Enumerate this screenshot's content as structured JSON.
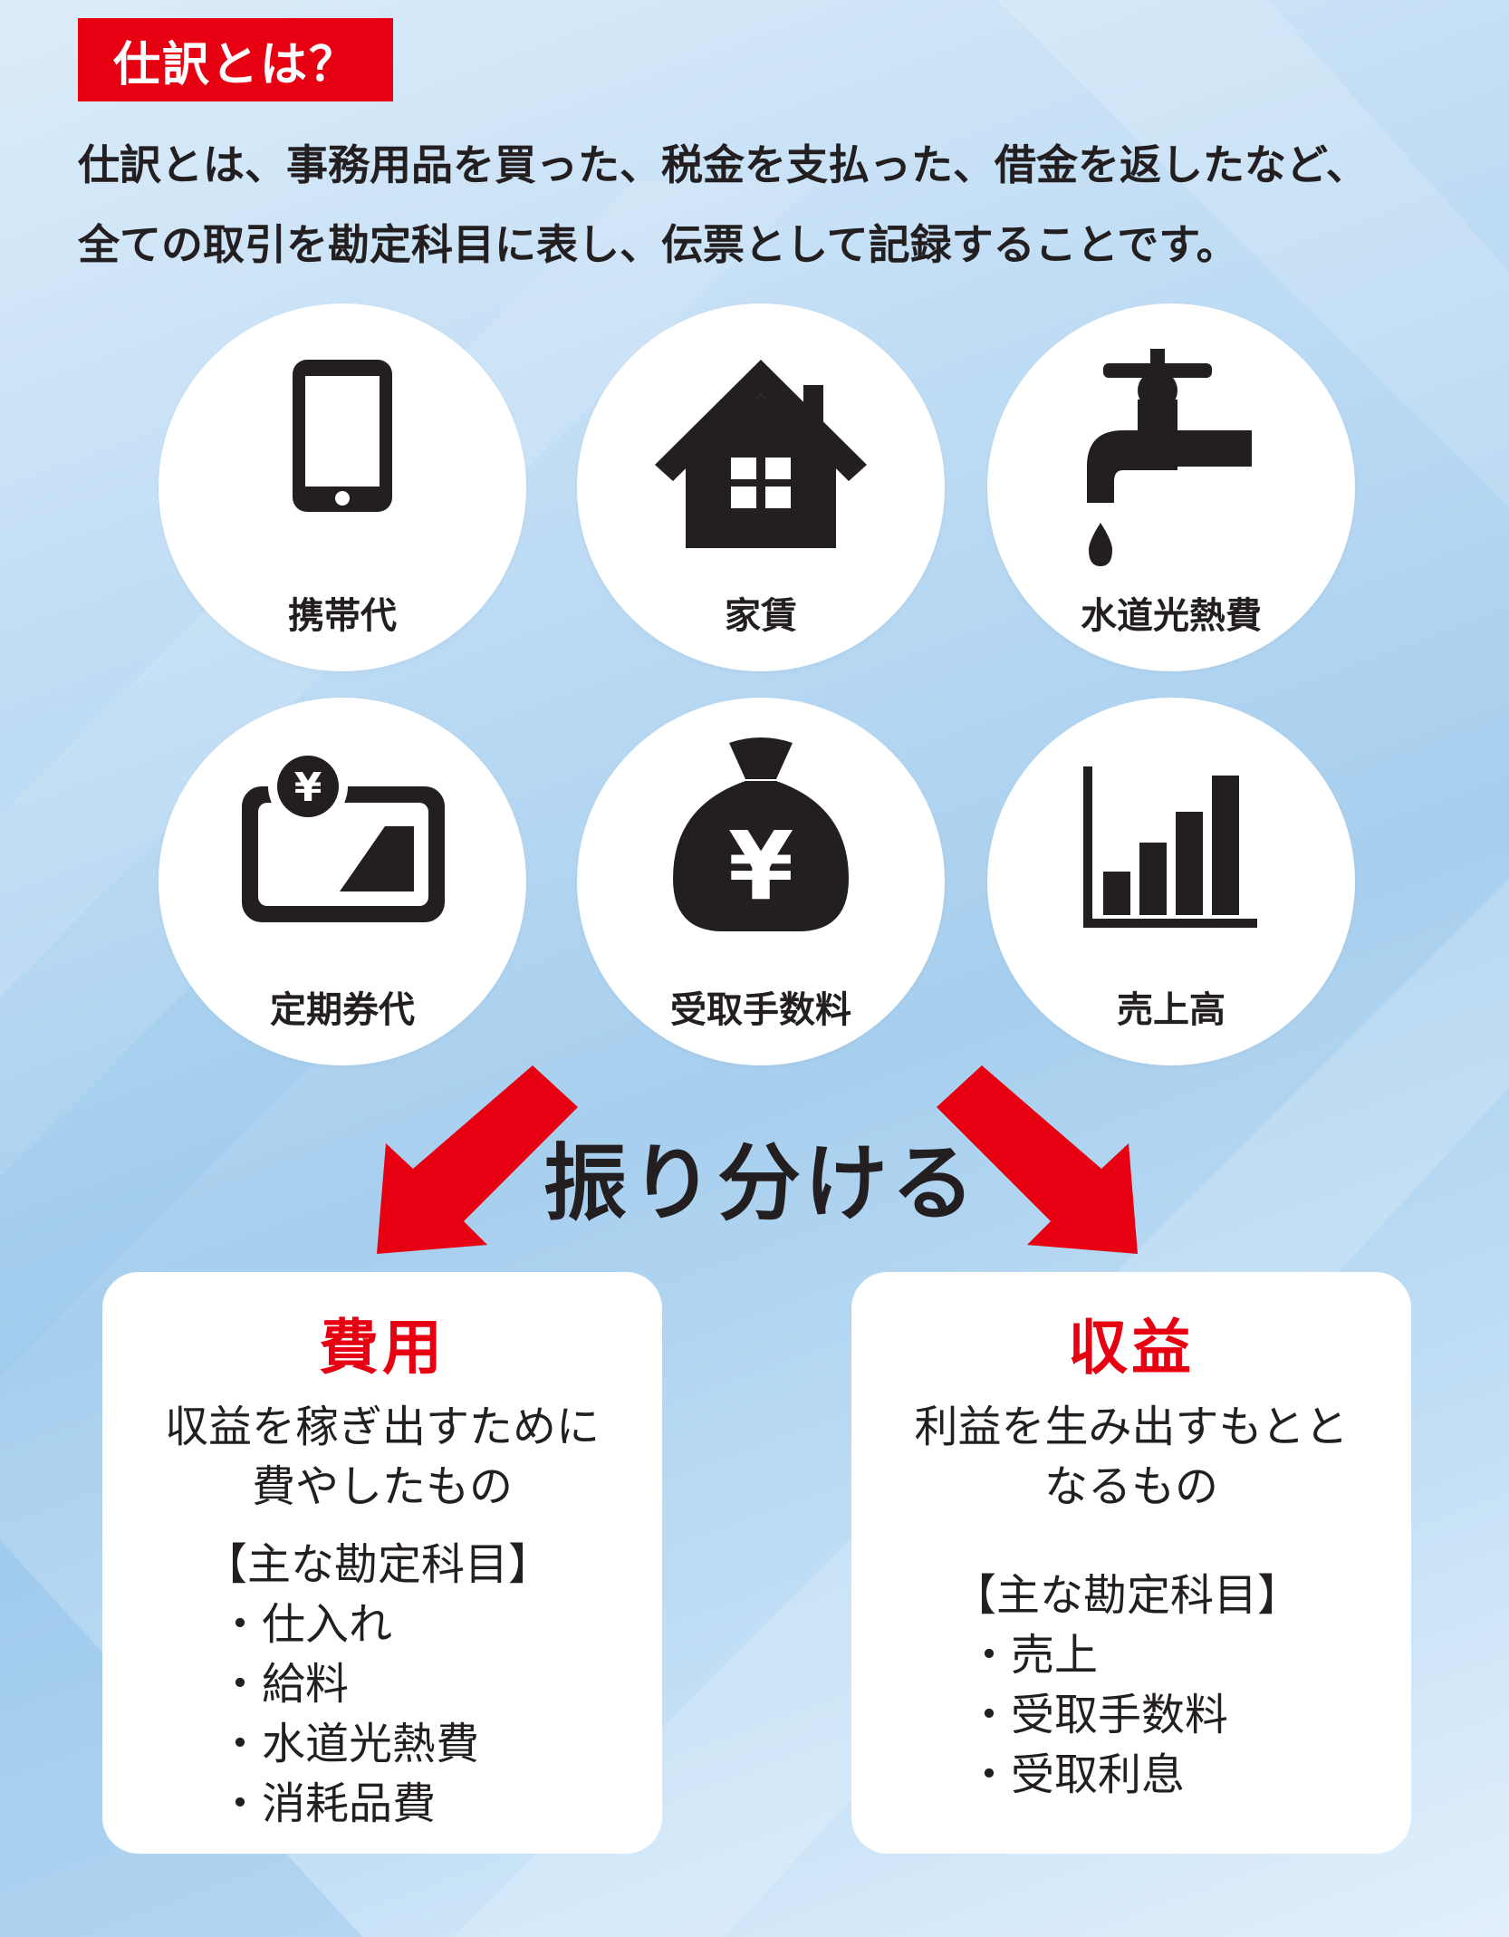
{
  "header": {
    "badge": "仕訳とは？",
    "intro_line1": "仕訳とは、事務用品を買った、税金を支払った、借金を返したなど、",
    "intro_line2": "全ての取引を勘定科目に表し、伝票として記録することです。"
  },
  "icons": [
    {
      "label": "携帯代",
      "icon": "smartphone-icon"
    },
    {
      "label": "家賃",
      "icon": "house-icon"
    },
    {
      "label": "水道光熱費",
      "icon": "faucet-icon"
    },
    {
      "label": "定期券代",
      "icon": "commuter-pass-icon"
    },
    {
      "label": "受取手数料",
      "icon": "money-bag-icon"
    },
    {
      "label": "売上高",
      "icon": "bar-chart-icon"
    }
  ],
  "center_word": "振り分ける",
  "expense": {
    "title": "費用",
    "desc_line1": "収益を稼ぎ出すために",
    "desc_line2": "費やしたもの",
    "list_head": "【主な勘定科目】",
    "items": [
      "・仕入れ",
      "・給料",
      "・水道光熱費",
      "・消耗品費"
    ]
  },
  "revenue": {
    "title": "収益",
    "desc_line1": "利益を生み出すもとと",
    "desc_line2": "なるもの",
    "list_head": "【主な勘定科目】",
    "items": [
      "・売上",
      "・受取手数料",
      "・受取利息"
    ]
  },
  "colors": {
    "accent_red": "#e60012",
    "icon_dark": "#231f20",
    "card_bg": "#ffffff"
  }
}
